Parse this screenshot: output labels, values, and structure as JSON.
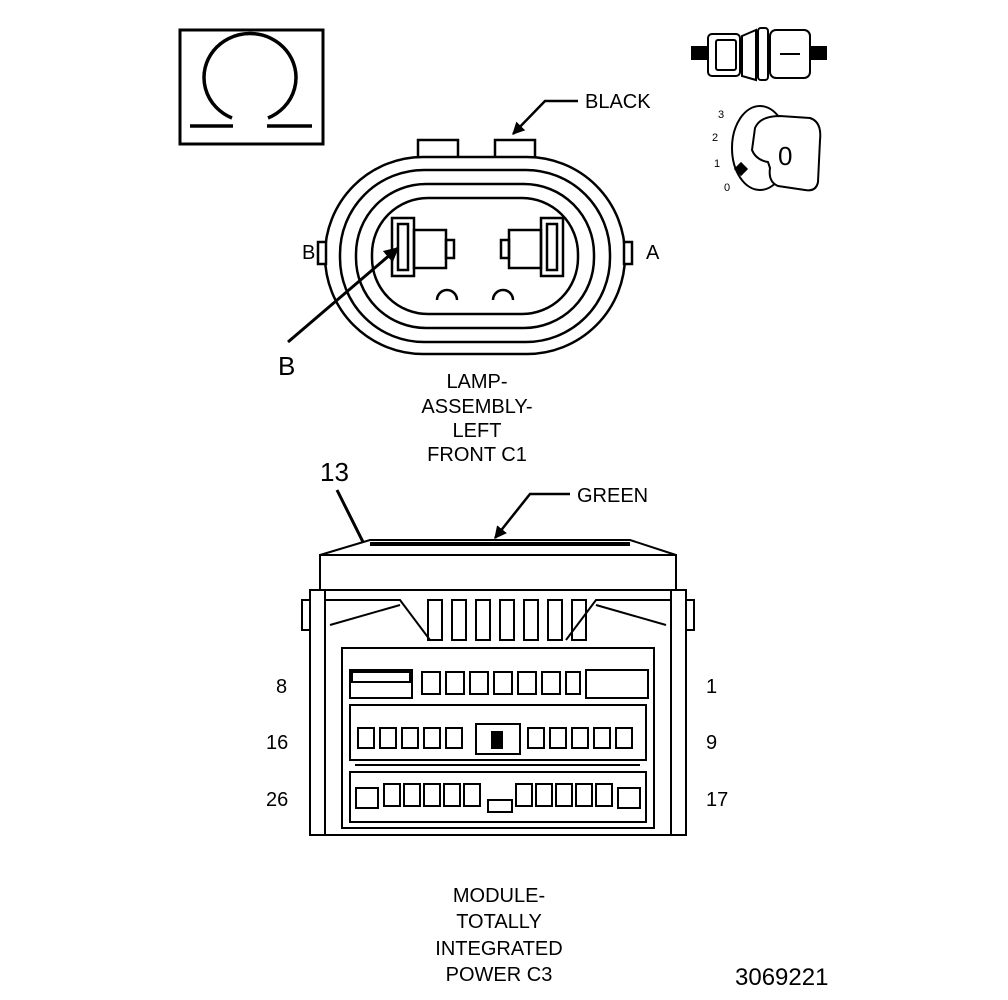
{
  "symbol": {
    "icon": "ohm-symbol-icon"
  },
  "connector1": {
    "color_label": "BLACK",
    "cavity_left": "B",
    "cavity_right": "A",
    "callout": "B",
    "name_lines": [
      "LAMP-",
      "ASSEMBLY-",
      "LEFT",
      "FRONT C1"
    ]
  },
  "ignition": {
    "positions": [
      "3",
      "2",
      "1",
      "0"
    ],
    "key_label": "0"
  },
  "connector2": {
    "color_label": "GREEN",
    "callout": "13",
    "row_labels_left": [
      "8",
      "16",
      "26"
    ],
    "row_labels_right": [
      "1",
      "9",
      "17"
    ],
    "name_lines": [
      "MODULE-",
      "TOTALLY",
      "INTEGRATED",
      "POWER C3"
    ]
  },
  "figure_id": "3069221"
}
